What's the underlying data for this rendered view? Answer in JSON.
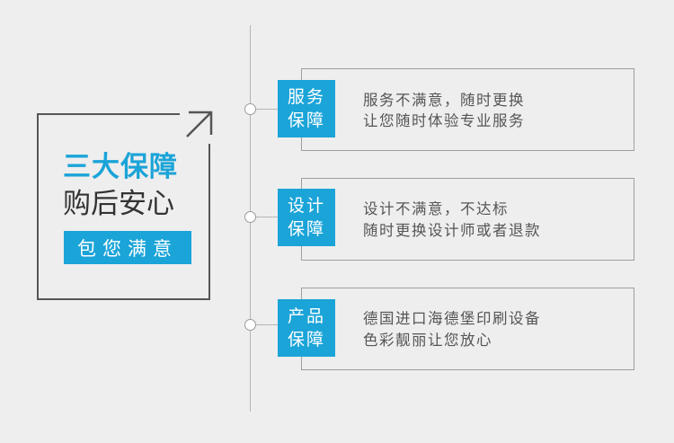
{
  "left_panel": {
    "title": "三大保障",
    "subtitle": "购后安心",
    "badge": "包您满意"
  },
  "items": [
    {
      "tag_line1": "服务",
      "tag_line2": "保障",
      "desc_line1": "服务不满意，随时更换",
      "desc_line2": "让您随时体验专业服务"
    },
    {
      "tag_line1": "设计",
      "tag_line2": "保障",
      "desc_line1": "设计不满意，不达标",
      "desc_line2": "随时更换设计师或者退款"
    },
    {
      "tag_line1": "产品",
      "tag_line2": "保障",
      "desc_line1": "德国进口海德堡印刷设备",
      "desc_line2": "色彩靓丽让您放心"
    }
  ],
  "colors": {
    "accent": "#1ba4d8",
    "frame": "#555555",
    "text": "#555555",
    "background": "#eeeeee"
  },
  "icons": {
    "corner": "arrow-up-right-icon"
  }
}
